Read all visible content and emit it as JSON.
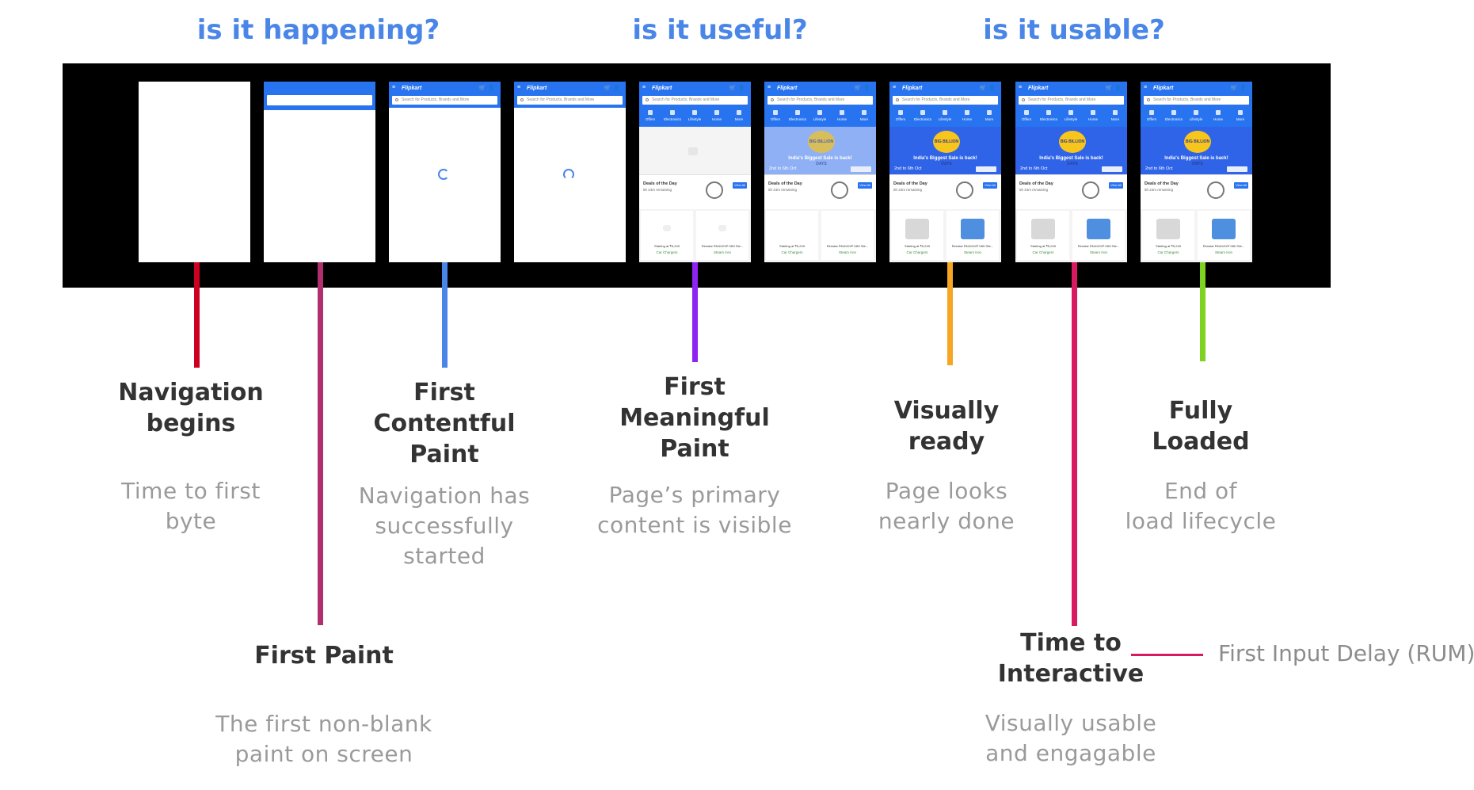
{
  "phases": [
    "is it happening?",
    "is it useful?",
    "is it usable?"
  ],
  "app": {
    "logo": "Flipkart",
    "search_placeholder": "Search for Products, Brands and More",
    "categories": [
      "Offers",
      "Electronics",
      "Lifestyle",
      "Home",
      "More"
    ],
    "banner_badge": "BIG BILLION DAYS",
    "banner_text": "India's Biggest Sale is back!",
    "banner_date": "2nd to 6th Oct",
    "deals_title": "Deals of the Day",
    "deals_remaining": "5h 24m remaining",
    "view_all": "View All",
    "products": [
      {
        "price": "Starting at ₹5,249",
        "name": "Car Chargers"
      },
      {
        "price": "Renstar RN4120/P 08H Ste...",
        "name": "Steam Iron"
      }
    ]
  },
  "milestones": [
    {
      "title": [
        "Navigation",
        "begins"
      ],
      "desc": [
        "Time to first",
        "byte"
      ],
      "color": "#cc0022"
    },
    {
      "title": [
        "First Paint"
      ],
      "desc": [
        "The first non-blank",
        "paint on screen"
      ],
      "color": "#b0306e"
    },
    {
      "title": [
        "First",
        "Contentful",
        "Paint"
      ],
      "desc": [
        "Navigation has",
        "successfully",
        "started"
      ],
      "color": "#4a86e8"
    },
    {
      "title": [
        "First",
        "Meaningful",
        "Paint"
      ],
      "desc": [
        "Page’s primary",
        "content is visible"
      ],
      "color": "#8e24f2"
    },
    {
      "title": [
        "Visually",
        "ready"
      ],
      "desc": [
        "Page looks",
        "nearly done"
      ],
      "color": "#f6a623"
    },
    {
      "title": [
        "Time to",
        "Interactive"
      ],
      "desc": [
        "Visually usable",
        "and engagable"
      ],
      "color": "#d81b60"
    },
    {
      "title": [
        "Fully",
        "Loaded"
      ],
      "desc": [
        "End of",
        "load lifecycle"
      ],
      "color": "#7ed321"
    }
  ],
  "fid_label": "First Input Delay (RUM)"
}
